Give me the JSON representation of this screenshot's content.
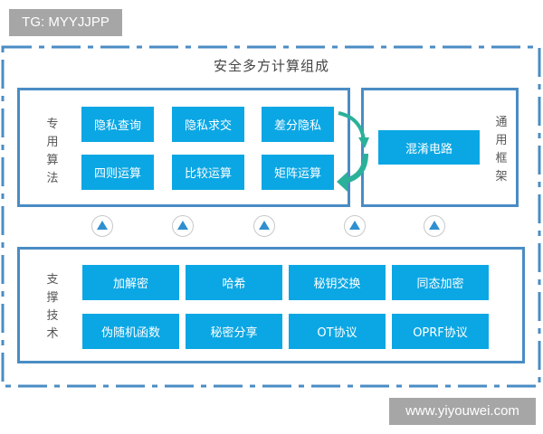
{
  "tag_label": "TG: MYYJJPP",
  "watermark": "www.yiyouwei.com",
  "diagram": {
    "title": "安全多方计算组成",
    "special_algorithms": {
      "label": "专用算法",
      "label_chars": [
        "专",
        "用",
        "算",
        "法"
      ],
      "blocks": [
        "隐私查询",
        "隐私求交",
        "差分隐私",
        "四则运算",
        "比较运算",
        "矩阵运算"
      ]
    },
    "general_framework": {
      "label": "通用框架",
      "label_chars": [
        "通",
        "用",
        "框",
        "架"
      ],
      "blocks": [
        "混淆电路"
      ]
    },
    "supporting_tech": {
      "label": "支撑技术",
      "label_chars": [
        "支",
        "撑",
        "技",
        "术"
      ],
      "blocks": [
        "加解密",
        "哈希",
        "秘钥交换",
        "同态加密",
        "伪随机函数",
        "秘密分享",
        "OT协议",
        "OPRF协议"
      ]
    },
    "connectors": {
      "up_arrows_count": 5,
      "up_arrow_icon": "triangle-up-in-circle",
      "curved_arrows": [
        "差分隐私 → 混淆电路",
        "混淆电路 → 矩阵运算"
      ]
    },
    "colors": {
      "block_fill": "#0ba7e4",
      "panel_border": "#4a8cc4",
      "curved_arrow": "#2bb19a",
      "up_arrow": "#2f8fcf"
    }
  }
}
